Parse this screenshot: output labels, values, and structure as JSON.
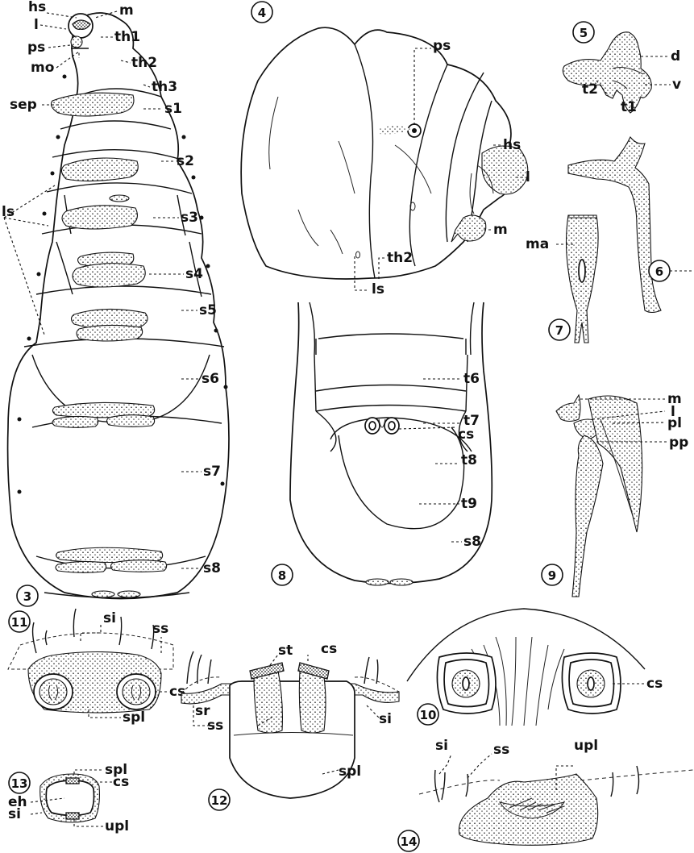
{
  "figure_numbers": [
    "3",
    "4",
    "5",
    "6",
    "7",
    "8",
    "9",
    "10",
    "11",
    "12",
    "13",
    "14"
  ],
  "labels": {
    "fig3": [
      "hs",
      "l",
      "m",
      "th1",
      "ps",
      "mo",
      "th2",
      "th3",
      "sep",
      "s1",
      "s2",
      "ls",
      "s3",
      "s4",
      "s5",
      "s6",
      "s7",
      "s8"
    ],
    "fig4": [
      "ps",
      "hs",
      "l",
      "m",
      "th2",
      "ls"
    ],
    "fig5": [
      "d",
      "v",
      "t2",
      "t1"
    ],
    "fig7": [
      "ma"
    ],
    "fig8": [
      "t6",
      "t7",
      "cs",
      "t8",
      "t9",
      "s8"
    ],
    "fig9": [
      "m",
      "l",
      "pl",
      "pp"
    ],
    "fig10": [
      "cs"
    ],
    "fig11": [
      "si",
      "ss",
      "cs",
      "spl"
    ],
    "fig12": [
      "st",
      "cs",
      "sr",
      "ss",
      "si",
      "spl"
    ],
    "fig13": [
      "spl",
      "cs",
      "eh",
      "si",
      "upl"
    ],
    "fig14": [
      "si",
      "ss",
      "upl"
    ]
  }
}
